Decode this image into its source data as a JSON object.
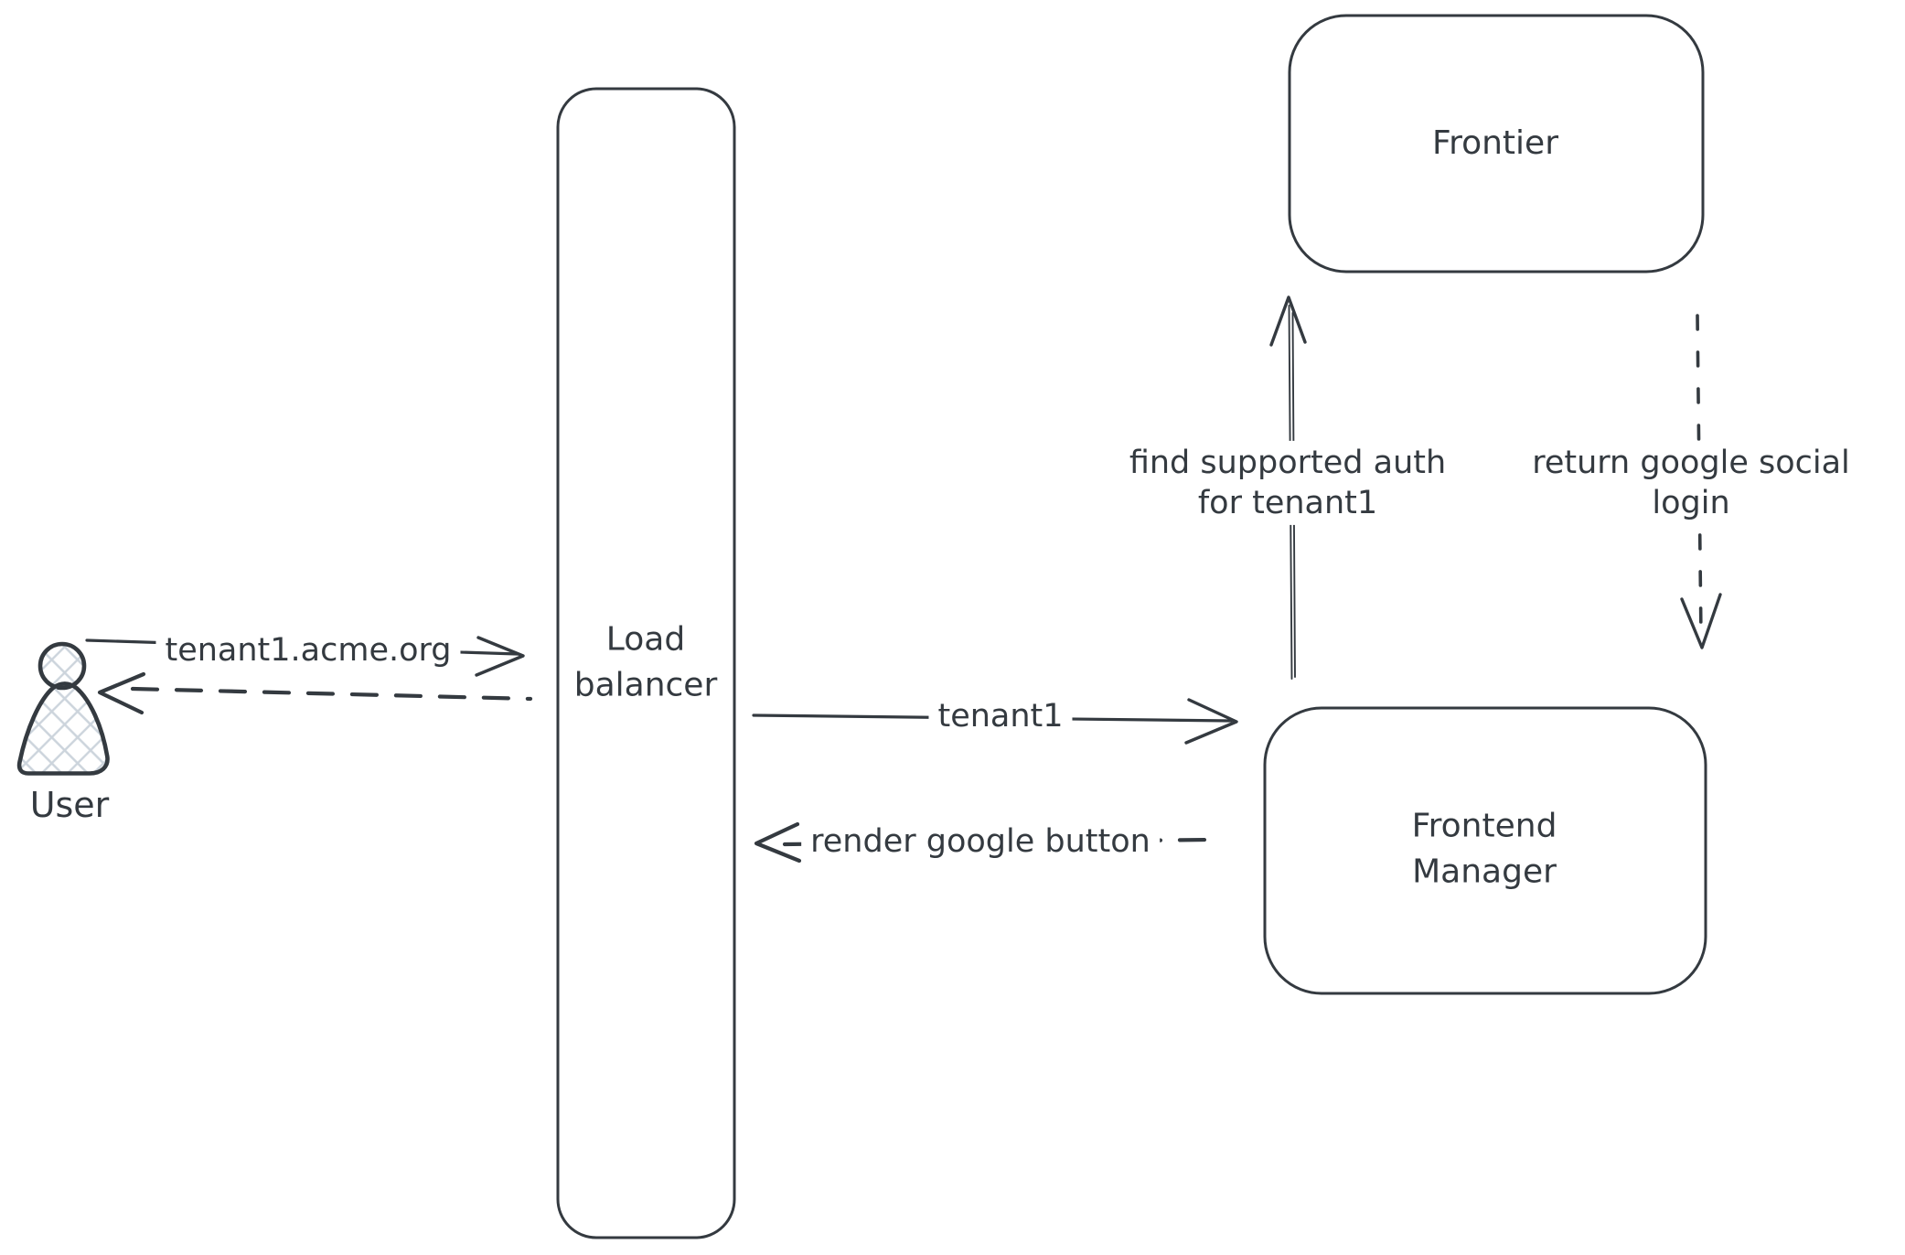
{
  "colors": {
    "stroke": "#343a40",
    "hatch": "#ccd4dc",
    "background": "#ffffff"
  },
  "nodes": {
    "user": {
      "label": "User",
      "type": "actor"
    },
    "load_balancer": {
      "lines": [
        "Load",
        "balancer"
      ]
    },
    "frontier": {
      "label": "Frontier"
    },
    "frontend_manager": {
      "lines": [
        "Frontend",
        "Manager"
      ]
    }
  },
  "edges": {
    "user_to_load_balancer": {
      "label": "tenant1.acme.org",
      "style": "solid",
      "direction": "right"
    },
    "load_balancer_to_user": {
      "style": "dashed",
      "direction": "left"
    },
    "load_balancer_to_frontend_manager": {
      "label": "tenant1",
      "style": "solid",
      "direction": "right"
    },
    "frontend_manager_to_load_balancer": {
      "label": "render google button",
      "style": "dashed",
      "direction": "left"
    },
    "frontend_manager_to_frontier": {
      "lines": [
        "find supported auth",
        "for tenant1"
      ],
      "style": "solid",
      "direction": "up"
    },
    "frontier_to_frontend_manager": {
      "lines": [
        "return google social",
        "login"
      ],
      "style": "dashed",
      "direction": "down"
    }
  }
}
